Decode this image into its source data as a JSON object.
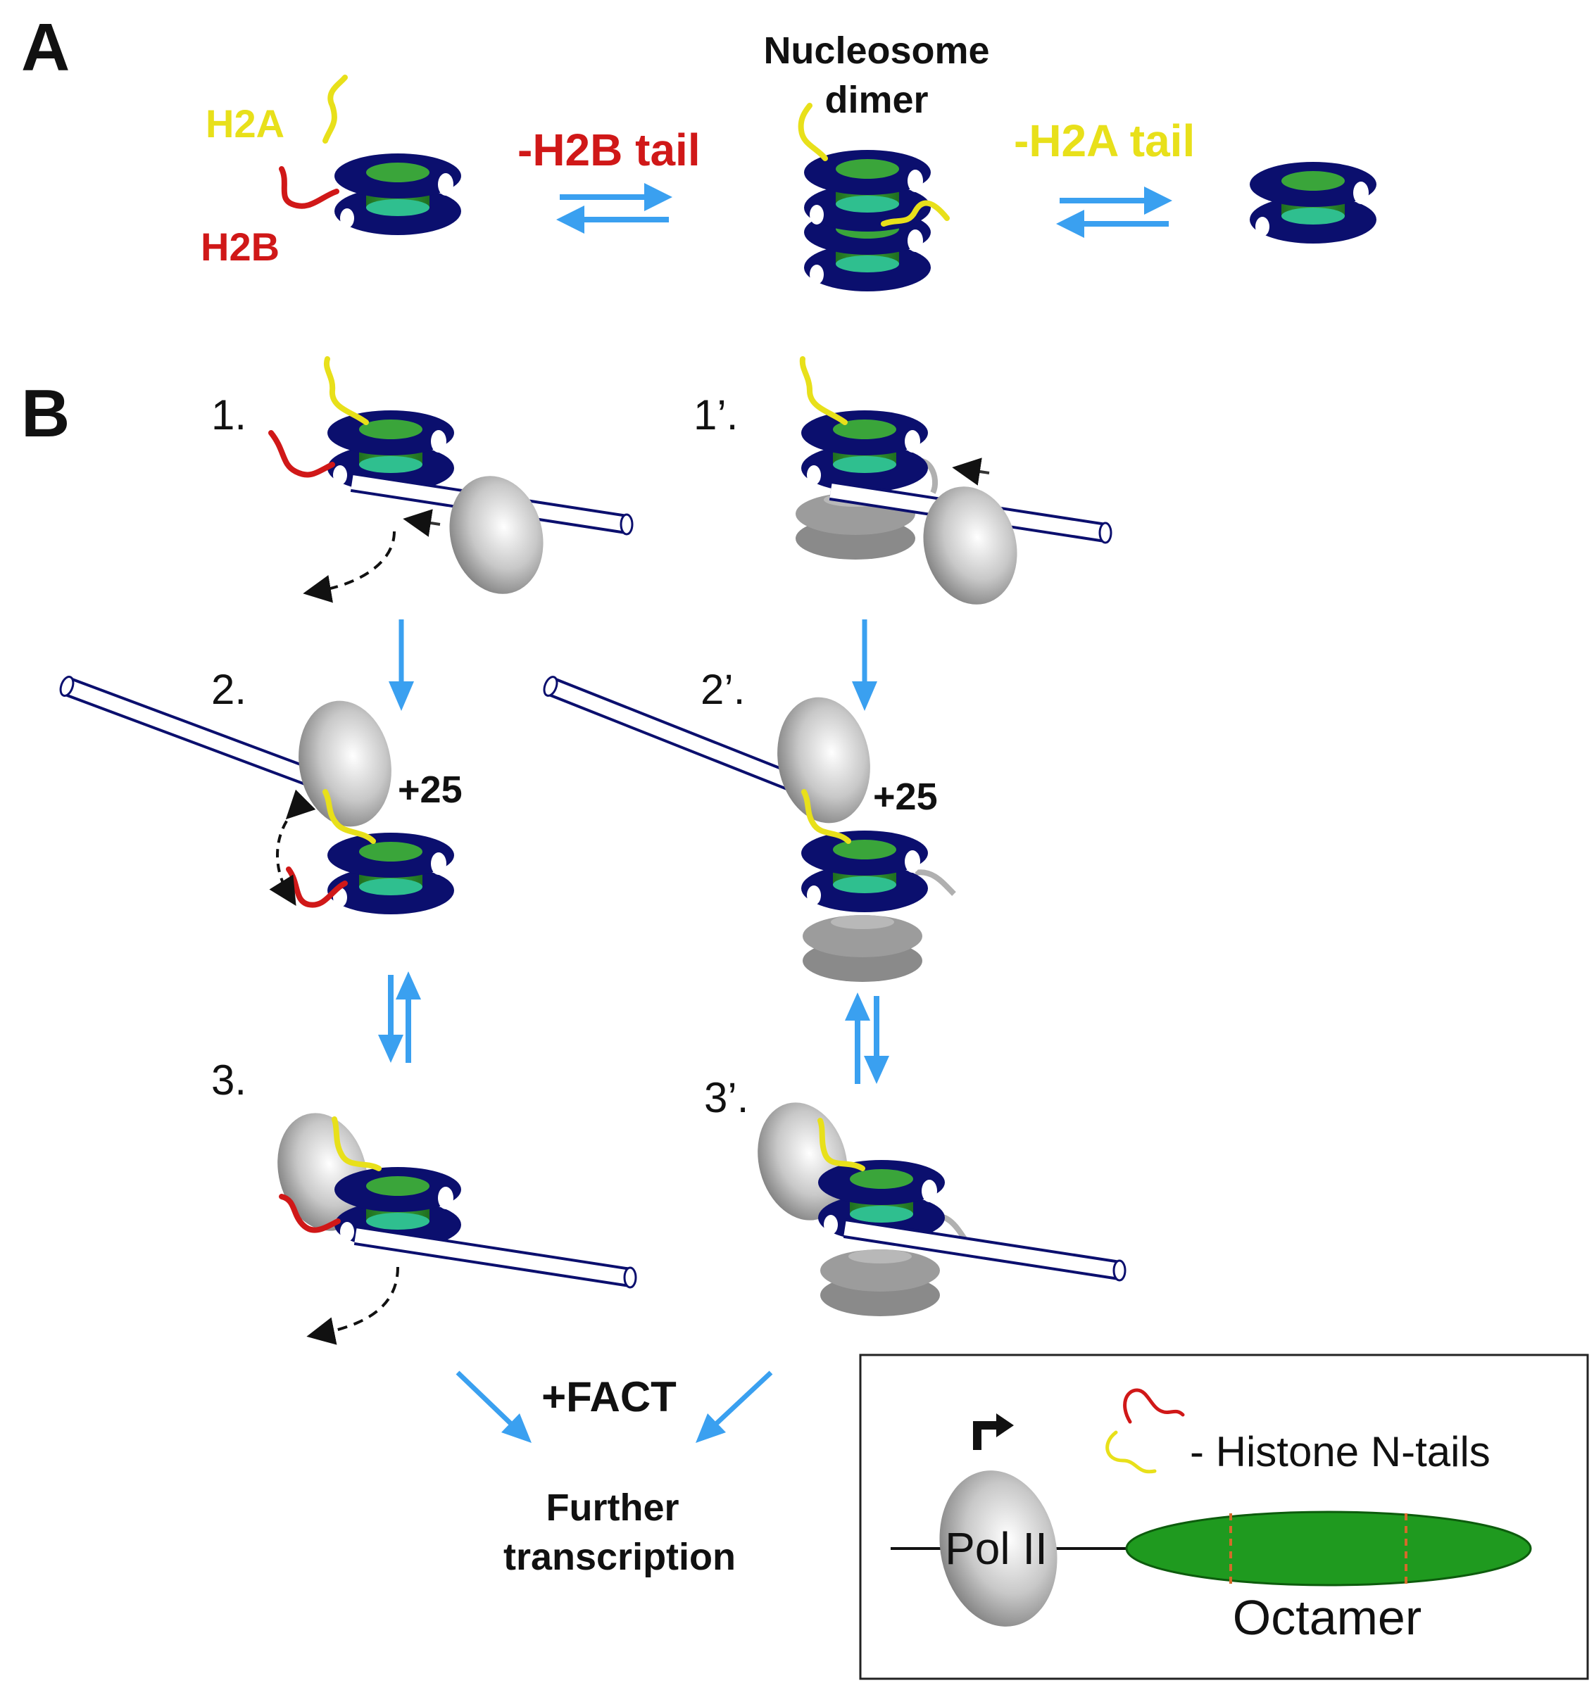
{
  "panels": {
    "a": "A",
    "b": "B"
  },
  "panel_a": {
    "h2a": "H2A",
    "h2b": "H2B",
    "minus_h2b_tail": "-H2B tail",
    "dimer_line1": "Nucleosome",
    "dimer_line2": "dimer",
    "minus_h2a_tail": "-H2A tail"
  },
  "panel_b": {
    "step1": "1.",
    "step1p": "1’.",
    "step2": "2.",
    "step2p": "2’.",
    "step3": "3.",
    "step3p": "3’.",
    "plus25_left": "+25",
    "plus25_right": "+25",
    "fact": "+FACT",
    "further_line1": "Further",
    "further_line2": "transcription"
  },
  "legend": {
    "tails": "- Histone N-tails",
    "polii": "Pol II",
    "octamer": "Octamer"
  },
  "colors": {
    "dna": "#0b0f6e",
    "core": "#2e8b2e",
    "h2a": "#e8e01a",
    "h2b": "#d01818",
    "arrow": "#3aa0f0",
    "grey": "#888888"
  }
}
